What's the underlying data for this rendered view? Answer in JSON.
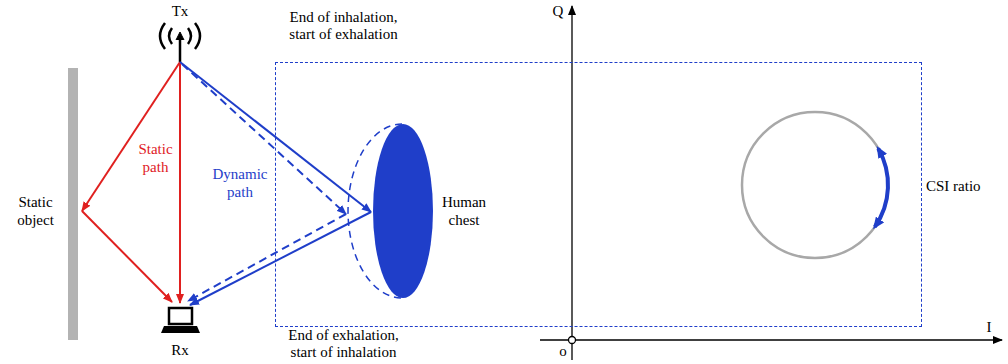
{
  "diagram": {
    "nodes": [
      {
        "text": [
          "End of inhalation, start of exhalation",
          "End of exhalation, start of inhalation"
        ]
      }
    ],
    "labels": [
      "Tx",
      "Static object",
      "Static path",
      "Dynamic path",
      "Human chest",
      "Rx",
      "Q",
      "I",
      "o",
      "CSI ratio"
    ]
  }
}
